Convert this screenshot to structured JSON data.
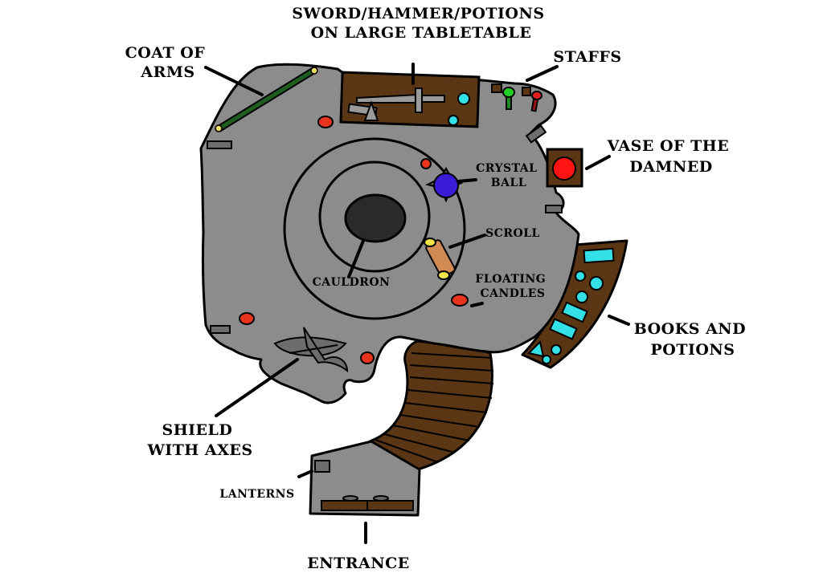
{
  "labels": {
    "coat_of_arms": [
      "COAT OF",
      "ARMS"
    ],
    "sword_table": [
      "SWORD/HAMMER/POTIONS",
      "ON LARGE TABLETABLE"
    ],
    "staffs": "STAFFS",
    "vase": [
      "VASE OF THE",
      "DAMNED"
    ],
    "crystal_ball": [
      "CRYSTAL",
      "BALL"
    ],
    "scroll": "SCROLL",
    "floating_candles": [
      "FLOATING",
      "CANDLES"
    ],
    "cauldron": "CAULDRON",
    "books_potions": [
      "BOOKS AND",
      "POTIONS"
    ],
    "shield_axes": [
      "SHIELD",
      "WITH AXES"
    ],
    "lanterns": "LANTERNS",
    "entrance": "ENTRANCE"
  },
  "colors": {
    "floor": "#8c8c8c",
    "wood": "#5a3614",
    "potion": "#33e0e6",
    "candle": "#e8341c",
    "crystal": "#3a1bd6",
    "vase_red": "#ff1414",
    "cauldron": "#2a2a2a",
    "coat_green": "#1f5e1f",
    "scroll": "#d08a52"
  }
}
